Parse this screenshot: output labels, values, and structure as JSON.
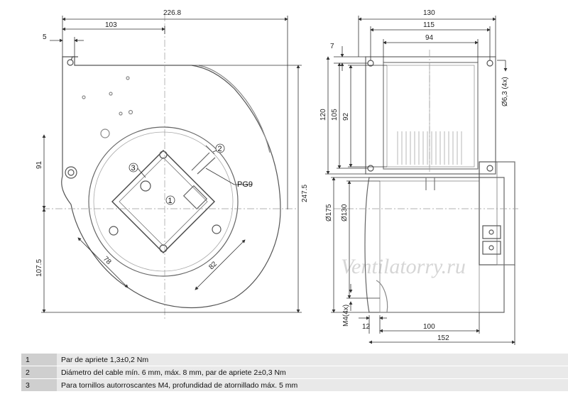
{
  "dimensions": {
    "overall_width": "226.8",
    "flange_offset": "103",
    "left_edge": "5",
    "height_upper": "91",
    "height_lower": "107.5",
    "overall_height": "247.5",
    "square_side_a": "78",
    "square_side_b": "82",
    "side_width_total": "130",
    "side_width_holes": "115",
    "side_width_inner": "94",
    "side_top": "7",
    "side_h120": "120",
    "side_h105": "105",
    "side_h92": "92",
    "hole_diameter": "Ø6,3 (4x)",
    "dia_175": "Ø175",
    "dia_130": "Ø130",
    "screw": "M4(4x)",
    "bottom_12": "12",
    "bottom_100": "100",
    "bottom_152": "152"
  },
  "callouts": {
    "c1": "1",
    "c2": "2",
    "c3": "3",
    "pg9": "PG9"
  },
  "watermark": "Ventilatorry.ru",
  "legend": [
    {
      "num": "1",
      "text": "Par de apriete 1,3±0,2 Nm"
    },
    {
      "num": "2",
      "text": "Diámetro del cable mín. 6 mm, máx. 8 mm, par de apriete 2±0,3 Nm"
    },
    {
      "num": "3",
      "text": "Para tornillos autorroscantes M4, profundidad de atornillado máx. 5 mm"
    }
  ]
}
